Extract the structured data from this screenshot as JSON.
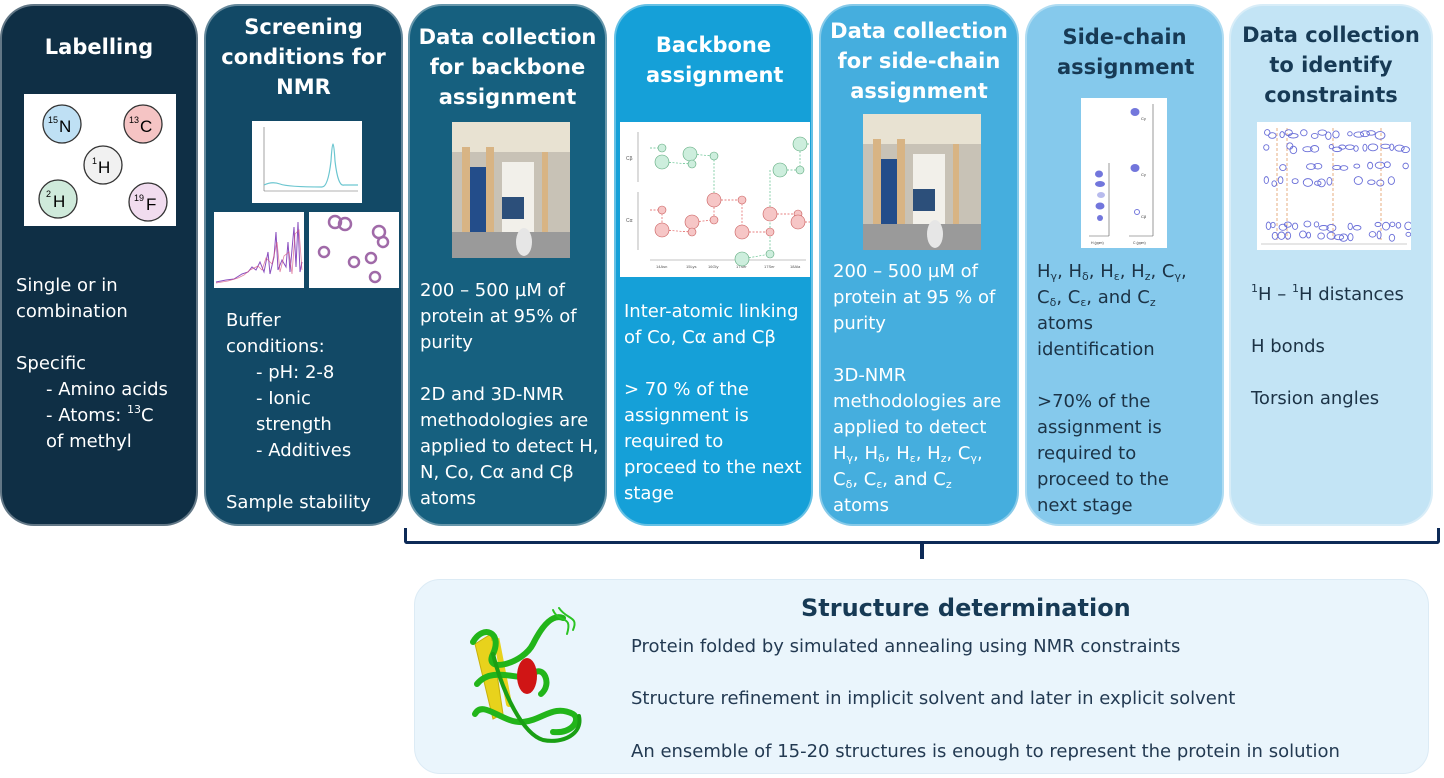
{
  "panels": [
    {
      "title": "Labelling",
      "isotopes": [
        {
          "mass": "15",
          "symbol": "N",
          "color": "#bfe0f4"
        },
        {
          "mass": "13",
          "symbol": "C",
          "color": "#f5c4c4"
        },
        {
          "mass": "1",
          "symbol": "H",
          "color": "#f1f1f1"
        },
        {
          "mass": "2",
          "symbol": "H",
          "color": "#cfeadb"
        },
        {
          "mass": "19",
          "symbol": "F",
          "color": "#f1dcef"
        }
      ],
      "body": {
        "line1": "Single or in",
        "line2": "combination",
        "line3": "Specific",
        "line4": "- Amino acids",
        "line5a": "- Atoms: ",
        "line5sup": "13",
        "line5b": "C",
        "line6": "of methyl"
      }
    },
    {
      "title": "Screening conditions for NMR",
      "body": {
        "line1": "Buffer",
        "line2": "conditions:",
        "line3": "- pH: 2-8",
        "line4": "- Ionic",
        "line5": "strength",
        "line6": "- Additives",
        "line7": "Sample stability"
      }
    },
    {
      "title": "Data collection for backbone assignment",
      "body": {
        "line1": "200 – 500 µM of",
        "line2": "protein at 95% of",
        "line3": "purity",
        "line4": "2D and 3D-NMR",
        "line5": "methodologies are",
        "line6": "applied to detect H,",
        "line7": "N, Co, Cα and Cβ",
        "line8": "atoms"
      }
    },
    {
      "title": "Backbone assignment",
      "figure": {
        "row_labels": [
          "Cβ",
          "Cα"
        ],
        "x_labels": [
          "14Asn",
          "15Lys",
          "16Gly",
          "17Ser",
          "17Ser",
          "18Ala"
        ]
      },
      "body": {
        "line1": "Inter-atomic linking",
        "line2": "of Co, Cα and Cβ",
        "line3": "> 70 %  of the",
        "line4": "assignment is",
        "line5": "required to",
        "line6": "proceed to the next",
        "line7": "stage"
      }
    },
    {
      "title": "Data collection for side-chain assignment",
      "body": {
        "line1": "200 – 500 µM of",
        "line2": "protein at 95 % of",
        "line3": "purity",
        "line4": "3D-NMR",
        "line5": "methodologies are",
        "line6": "applied to detect",
        "line7": "Hγ, Hδ, Hε, Hz, Cγ,",
        "line8": "Cδ, Cε, and Cz",
        "line9": "atoms"
      }
    },
    {
      "title": "Side-chain assignment",
      "figure": {
        "left_axis_label": "H (ppm)",
        "right_axis_label": "C (ppm)",
        "peak_labels": [
          "Cγ",
          "Cγ",
          "Cβ"
        ]
      },
      "body": {
        "line3": "atoms",
        "line4": "identification",
        "line5": ">70% of the",
        "line6": "assignment is",
        "line7": "required to",
        "line8": "proceed to the",
        "line9": "next stage"
      }
    },
    {
      "title": "Data collection to identify constraints",
      "body": {
        "line1sup1": "1",
        "line1a": "H – ",
        "line1sup2": "1",
        "line1b": "H distances",
        "line2": "H bonds",
        "line3": "Torsion angles"
      }
    }
  ],
  "structure": {
    "title": "Structure determination",
    "lines": [
      "Protein folded by simulated annealing using NMR constraints",
      "Structure refinement in implicit solvent and later in explicit solvent",
      "An ensemble of 15-20 structures is enough to represent the protein in solution"
    ]
  },
  "colors": {
    "panel1": "#0f2f45",
    "panel2": "#124966",
    "panel3": "#16607f",
    "panel4": "#15a0d8",
    "panel5": "#45aede",
    "panel6": "#85c9ec",
    "panel7": "#c3e4f5",
    "bracket": "#0d2a57",
    "structure_box": "#eaf5fc"
  }
}
